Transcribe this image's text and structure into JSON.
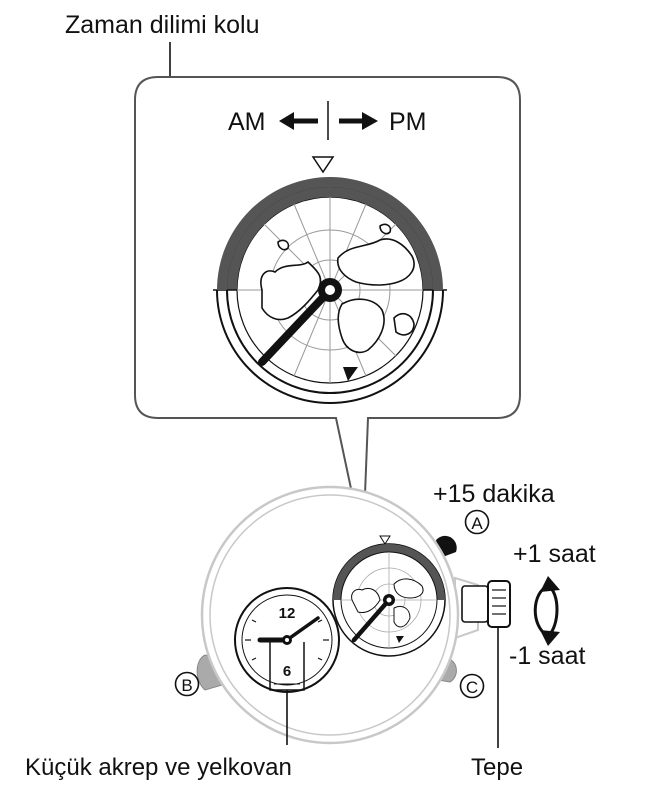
{
  "labels": {
    "time_zone_hand": "Zaman dilimi kolu",
    "am": "AM",
    "pm": "PM",
    "plus15": "+15 dakika",
    "plus1": "+1 saat",
    "minus1": "-1 saat",
    "small_hands": "Küçük akrep ve yelkovan",
    "crown": "Tepe"
  },
  "buttons": {
    "a": "A",
    "b": "B",
    "c": "C"
  },
  "dial": {
    "twelve": "12",
    "six": "6"
  },
  "colors": {
    "ink": "#111111",
    "night_band": "#555555",
    "case_gray": "#c8c8c8",
    "button_gray": "#aaaaaa",
    "button_a": "#111111"
  }
}
